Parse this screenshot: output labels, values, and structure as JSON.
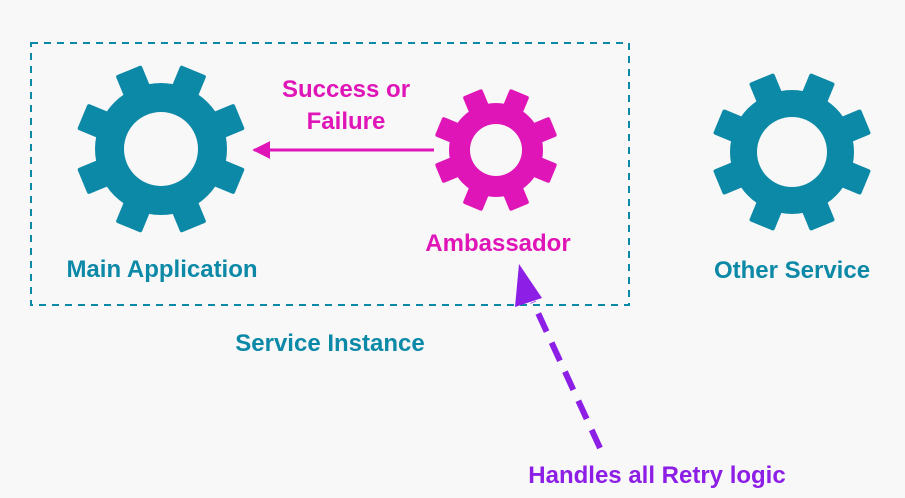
{
  "colors": {
    "background": "#f8f8f8",
    "service_teal": "#0d89a8",
    "ambassador_magenta": "#e015b8",
    "retry_purple": "#8d1ee6"
  },
  "icons": {
    "main_application": "gear-icon",
    "ambassador": "gear-icon",
    "other_service": "gear-icon"
  },
  "service_instance": {
    "label": "Service Instance",
    "border": "dashed"
  },
  "main_application": {
    "label": "Main Application"
  },
  "ambassador": {
    "label": "Ambassador"
  },
  "other_service": {
    "label": "Other Service"
  },
  "response_arrow": {
    "label_line1": "Success or",
    "label_line2": "Failure",
    "direction": "ambassador-to-main-application"
  },
  "retry_note": {
    "label": "Handles all Retry logic",
    "points_to": "ambassador"
  }
}
